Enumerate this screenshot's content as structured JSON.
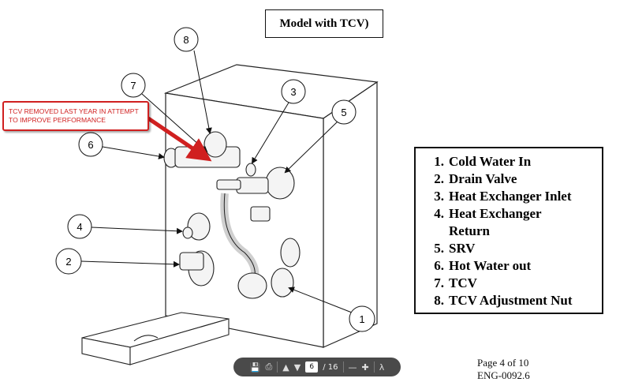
{
  "title": "Model with TCV)",
  "callout": [
    "TCV REMOVED LAST YEAR IN ATTEMPT",
    "TO IMPROVE PERFORMANCE"
  ],
  "legend": [
    {
      "num": "1.",
      "text": "Cold Water In"
    },
    {
      "num": "2.",
      "text": "Drain Valve"
    },
    {
      "num": "3.",
      "text": "Heat Exchanger Inlet"
    },
    {
      "num": "4.",
      "text": "Heat Exchanger"
    },
    {
      "num": "",
      "text": "Return"
    },
    {
      "num": "5.",
      "text": "SRV"
    },
    {
      "num": "6.",
      "text": "Hot Water out"
    },
    {
      "num": "7.",
      "text": "TCV"
    },
    {
      "num": "8.",
      "text": "TCV Adjustment Nut"
    }
  ],
  "labels": {
    "l1": "1",
    "l2": "2",
    "l3": "3",
    "l4": "4",
    "l5": "5",
    "l6": "6",
    "l7": "7",
    "l8": "8"
  },
  "page": {
    "line1": "Page 4 of 10",
    "line2": "ENG-0092.6"
  },
  "viewer": {
    "current_page": "6",
    "total_pages": "/ 16"
  },
  "colors": {
    "callout": "#d02020",
    "toolbar": "#4a4a4a"
  }
}
